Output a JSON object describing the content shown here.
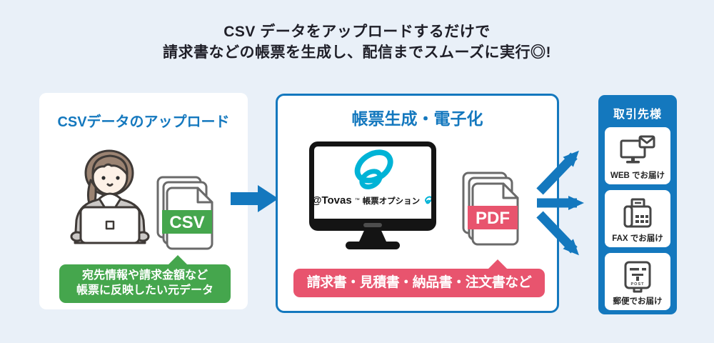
{
  "title": {
    "line1": "CSV データをアップロードするだけで",
    "line2": "請求書などの帳票を生成し、配信までスムーズに実行◎!"
  },
  "upload_panel": {
    "heading": "CSVデータのアップロード",
    "file_badge": "CSV",
    "note_line1": "宛先情報や請求金額など",
    "note_line2": "帳票に反映したい元データ"
  },
  "generate_panel": {
    "heading": "帳票生成・電子化",
    "screen_brand": "@Tovas",
    "screen_brand_mark": "™",
    "screen_product": "帳票オプション",
    "file_badge": "PDF",
    "note": "請求書・見積書・納品書・注文書など"
  },
  "partner_panel": {
    "heading": "取引先様",
    "channels": [
      {
        "icon": "monitor-mail-icon",
        "label": "WEB でお届け"
      },
      {
        "icon": "fax-icon",
        "label": "FAX でお届け"
      },
      {
        "icon": "postbox-icon",
        "label": "郵便でお届け"
      }
    ],
    "post_label": "POST"
  },
  "colors": {
    "background": "#e9f0f8",
    "accent_blue": "#1478be",
    "green": "#45a64d",
    "red": "#e8546e",
    "cyan": "#00b3d6",
    "ink": "#1f1f28"
  }
}
